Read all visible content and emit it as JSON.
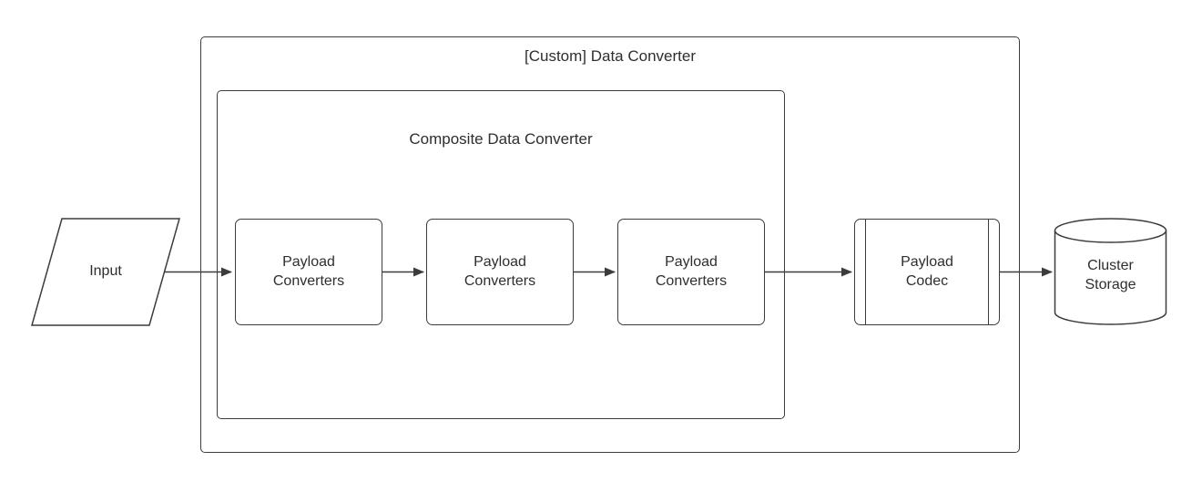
{
  "diagram": {
    "title": "[Custom] Data Converter",
    "composite_title": "Composite Data Converter",
    "nodes": {
      "input": {
        "label": "Input"
      },
      "payload_converters_1": {
        "label": "Payload Converters"
      },
      "payload_converters_2": {
        "label": "Payload Converters"
      },
      "payload_converters_3": {
        "label": "Payload Converters"
      },
      "payload_codec": {
        "label": "Payload Codec"
      },
      "cluster_storage": {
        "label": "Cluster Storage"
      }
    },
    "colors": {
      "stroke": "#3c3c3c",
      "text": "#2e2e2e",
      "fill": "#ffffff"
    }
  }
}
